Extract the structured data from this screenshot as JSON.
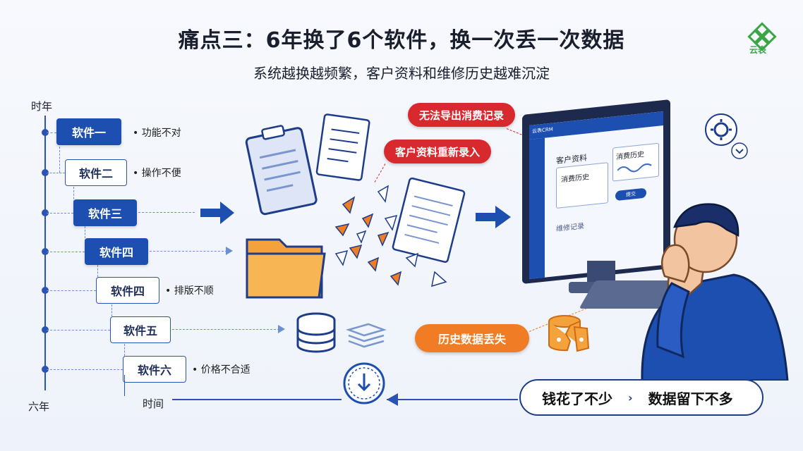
{
  "title": "痛点三：6年换了6个软件，换一次丢一次数据",
  "subtitle": "系统越换越频繁，客户资料和维修历史越难沉淀",
  "logo": {
    "text": "云表"
  },
  "timeline": {
    "start_label": "时年",
    "end_label": "六年",
    "time_label": "时间",
    "steps": [
      {
        "label": "软件一",
        "note": "功能不对",
        "style": "filled"
      },
      {
        "label": "软件二",
        "note": "操作不便",
        "style": "outline"
      },
      {
        "label": "软件三",
        "note": "",
        "style": "filled"
      },
      {
        "label": "软件四",
        "note": "",
        "style": "filled"
      },
      {
        "label": "软件四",
        "note": "排版不顺",
        "style": "outline"
      },
      {
        "label": "软件五",
        "note": "",
        "style": "outline"
      },
      {
        "label": "软件六",
        "note": "价格不合适",
        "style": "outline"
      }
    ]
  },
  "callouts": {
    "export": "无法导出消费记录",
    "reentry": "客户资料重新录入",
    "lost": "历史数据丢失"
  },
  "monitor": {
    "brand": "云表CRM",
    "customer_info": "客户资料",
    "consumption_history": "消费历史",
    "consumption_history_2": "消费历史",
    "maintenance": "维修记录",
    "button": "提交"
  },
  "conclusion": {
    "left": "钱花了不少",
    "right": "数据留下不多"
  },
  "colors": {
    "primary": "#1d4fb0",
    "red": "#d8292f",
    "orange": "#f07d25"
  }
}
